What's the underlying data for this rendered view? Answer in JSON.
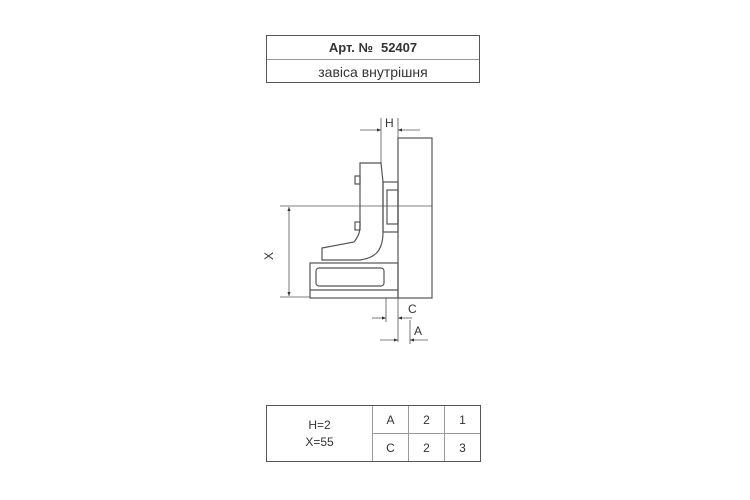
{
  "header": {
    "article_label": "Арт. №",
    "article_number": "52407",
    "product_name": "завіса внутрішня"
  },
  "diagram": {
    "labels": {
      "h": "H",
      "x": "X",
      "c": "C",
      "a": "A"
    }
  },
  "params": {
    "lines": [
      "H=2",
      "X=55"
    ],
    "rows": [
      [
        "A",
        "2",
        "1"
      ],
      [
        "C",
        "2",
        "3"
      ]
    ]
  },
  "colors": {
    "line": "#555555",
    "text": "#333333"
  }
}
